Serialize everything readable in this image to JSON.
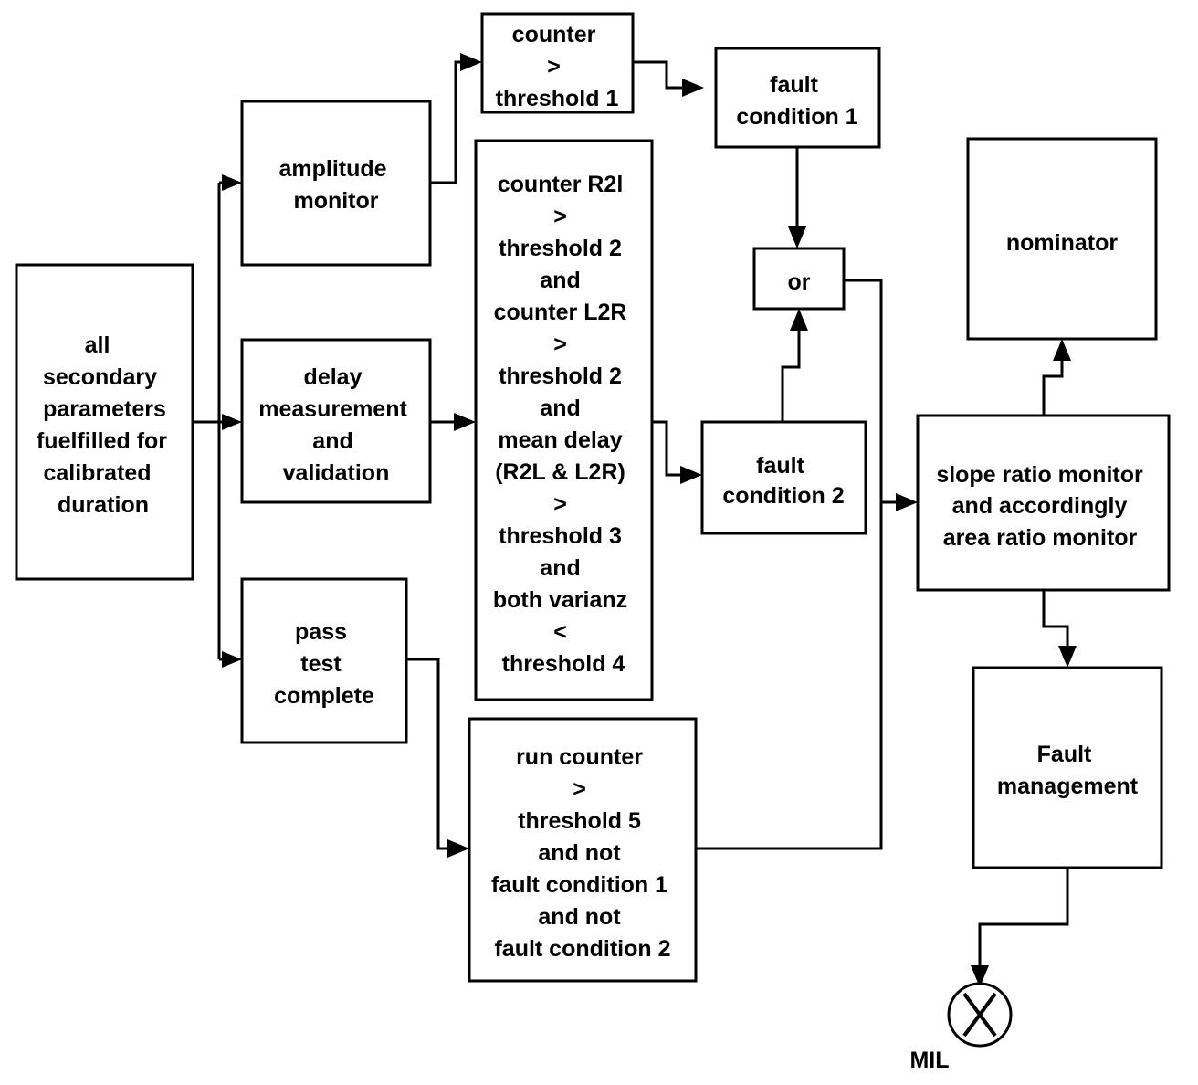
{
  "nodes": {
    "secondary": [
      "all",
      "secondary",
      "parameters",
      "fuelfilled for",
      "calibrated",
      "duration"
    ],
    "amplitude": [
      "amplitude",
      "monitor"
    ],
    "delay": [
      "delay",
      "measurement",
      "and",
      "validation"
    ],
    "pass": [
      "pass",
      "test",
      "complete"
    ],
    "counter1": [
      "counter",
      ">",
      "threshold 1"
    ],
    "counter_r2l": [
      "counter R2l",
      ">",
      "threshold 2",
      "and",
      "counter L2R",
      ">",
      "threshold 2",
      "and",
      "mean delay",
      "(R2L & L2R)",
      ">",
      "threshold 3",
      "and",
      "both varianz",
      "<",
      "threshold 4"
    ],
    "run_counter": [
      "run counter",
      ">",
      "threshold 5",
      "and not",
      "fault condition 1",
      "and not",
      "fault condition 2"
    ],
    "fault1": [
      "fault",
      "condition 1"
    ],
    "or_gate": [
      "or"
    ],
    "fault2": [
      "fault",
      "condition 2"
    ],
    "nominator": [
      "nominator"
    ],
    "slope": [
      "slope ratio monitor",
      "and accordingly",
      "area ratio monitor"
    ],
    "fault_mgmt": [
      "Fault",
      "management"
    ],
    "mil": [
      "MIL"
    ]
  }
}
